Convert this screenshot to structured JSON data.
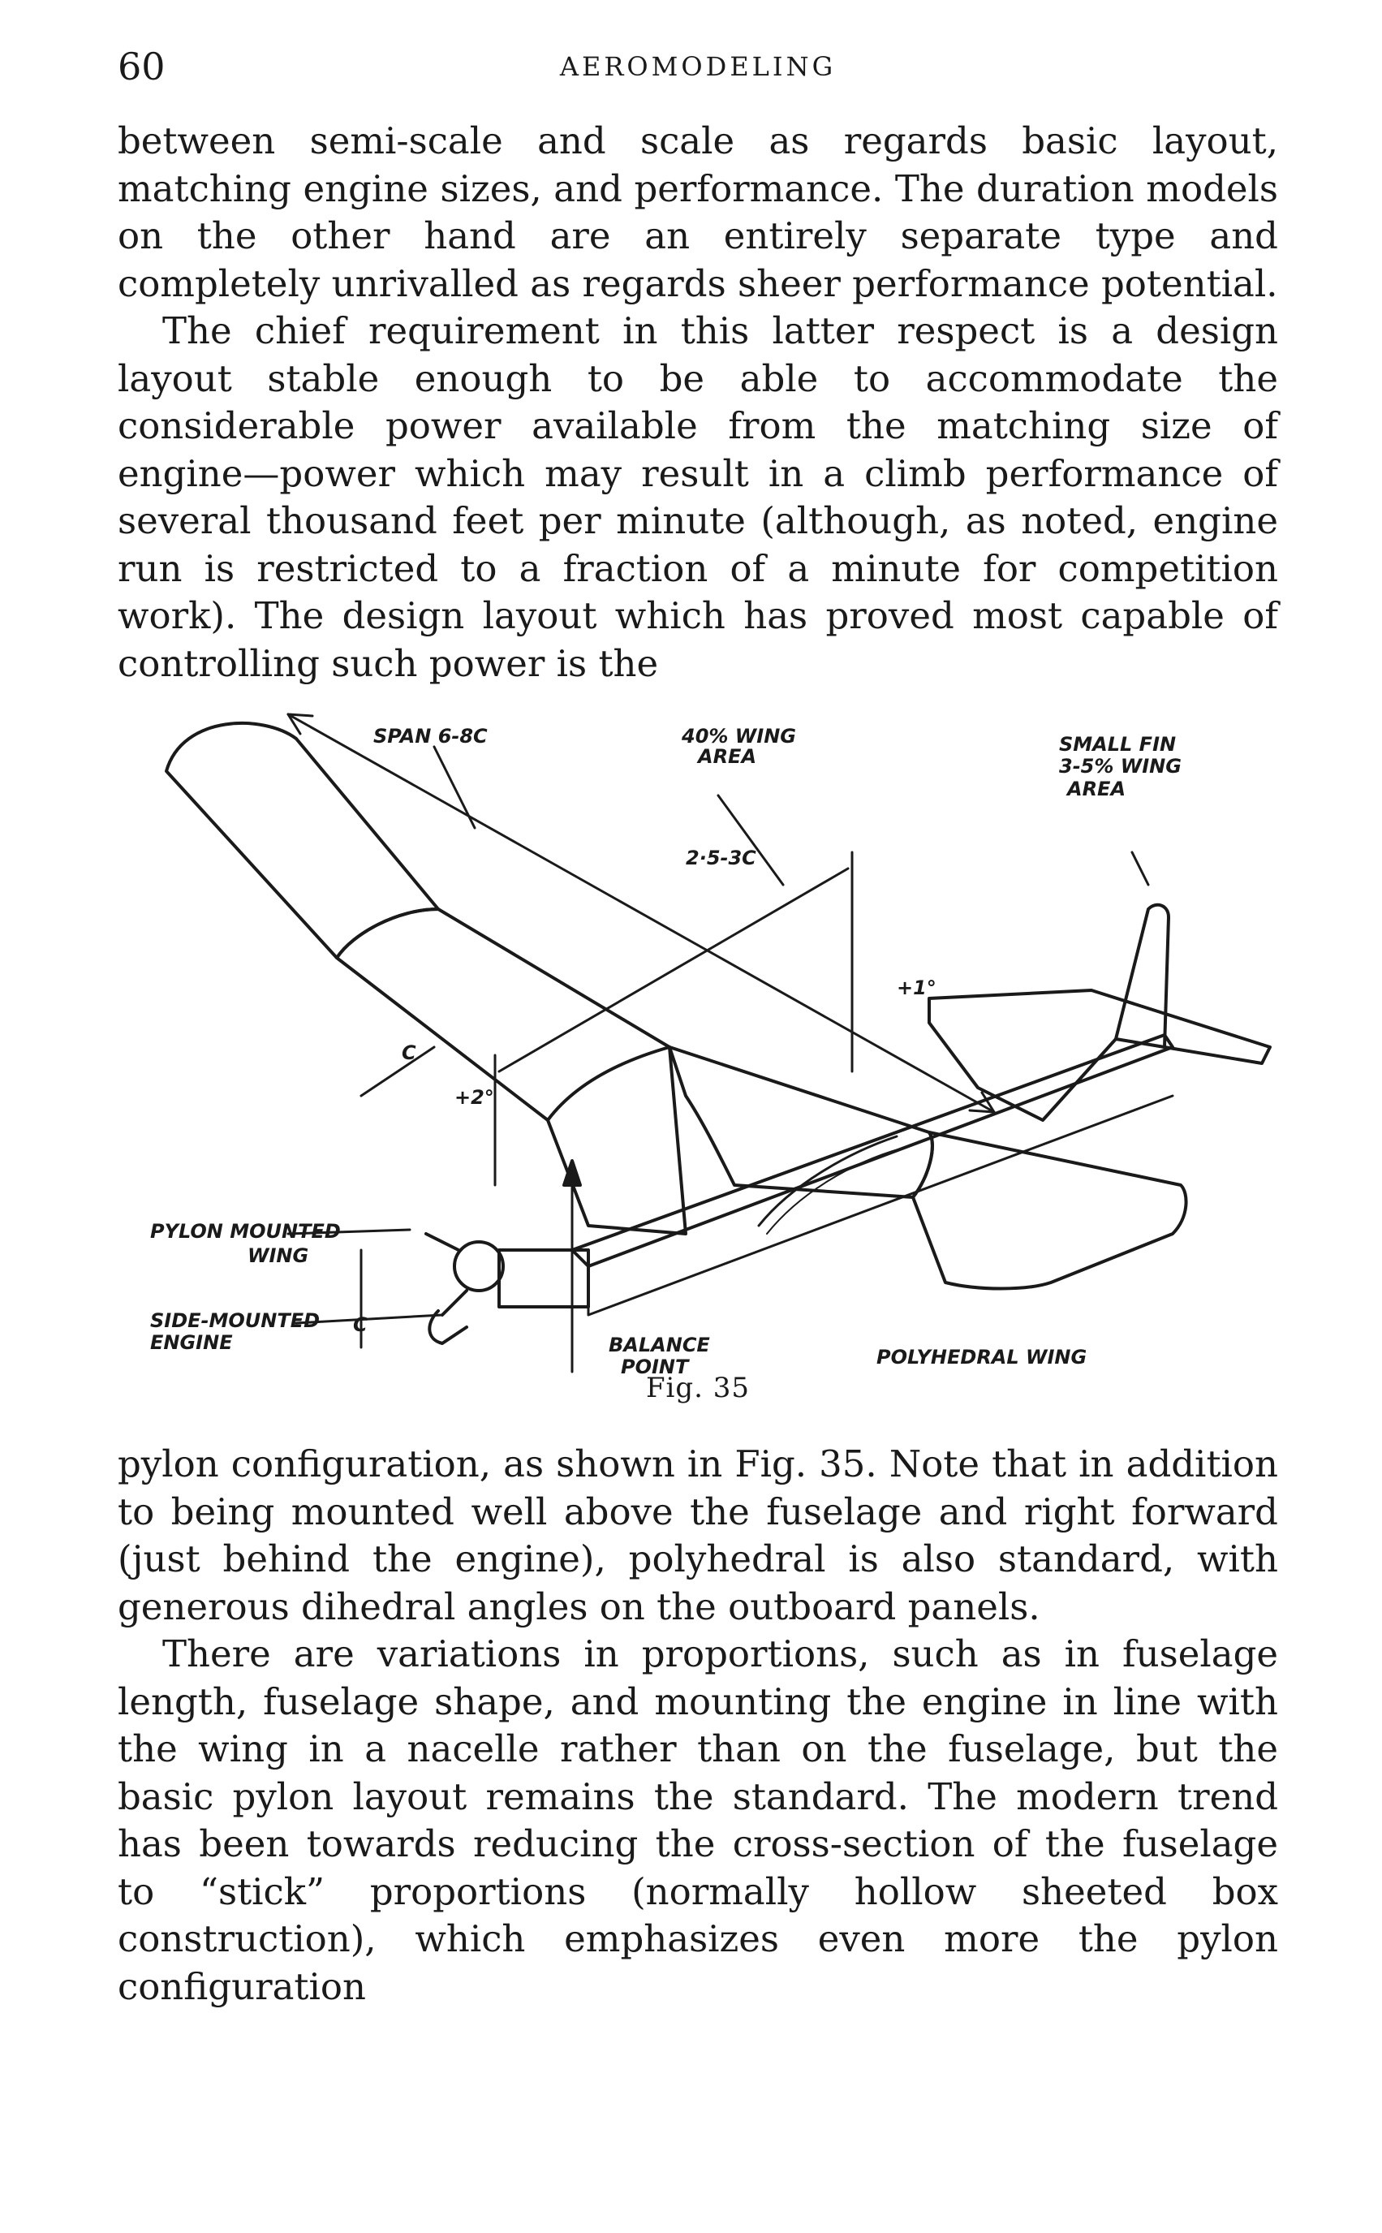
{
  "header": {
    "page_number": "60",
    "running_title": "AEROMODELING"
  },
  "paragraphs": [
    "between semi-scale and scale as regards basic layout, matching engine sizes, and performance. The duration models on the other hand are an entirely separate type and completely unrivalled as regards sheer performance potential.",
    "The chief requirement in this latter respect is a design layout stable enough to be able to accommodate the considerable power available from the matching size of engine—power which may result in a climb performance of several thousand feet per minute (although, as noted, engine run is restricted to a fraction of a minute for competition work). The design layout which has proved most capable of controlling such power is the",
    "pylon configuration, as shown in Fig. 35. Note that in addition to being mounted well above the fuselage and right forward (just behind the engine), polyhedral is also standard, with generous dihedral angles on the outboard panels.",
    "There are variations in proportions, such as in fuselage length, fuselage shape, and mounting the engine in line with the wing in a nacelle rather than on the fuselage, but the basic pylon layout remains the standard. The modern trend has been towards reducing the cross-section of the fuselage to “stick” proportions (normally hollow sheeted box construction), which emphasizes even more the pylon configuration"
  ],
  "figure": {
    "caption": "Fig. 35",
    "labels": {
      "span": "SPAN 6-8C",
      "wing_area_1": "40% WING",
      "wing_area_2": "AREA",
      "small_fin_1": "SMALL FIN",
      "small_fin_2": "3-5% WING",
      "small_fin_3": "AREA",
      "tail_moment": "2·5-3C",
      "tail_incidence": "+1°",
      "chord": "C",
      "wing_incidence": "+2°",
      "pylon_1": "PYLON MOUNTED",
      "pylon_2": "WING",
      "engine_1": "SIDE-MOUNTED",
      "engine_2": "ENGINE",
      "engine_c": "C",
      "balance_1": "BALANCE",
      "balance_2": "POINT",
      "polyhedral": "POLYHEDRAL WING"
    }
  }
}
